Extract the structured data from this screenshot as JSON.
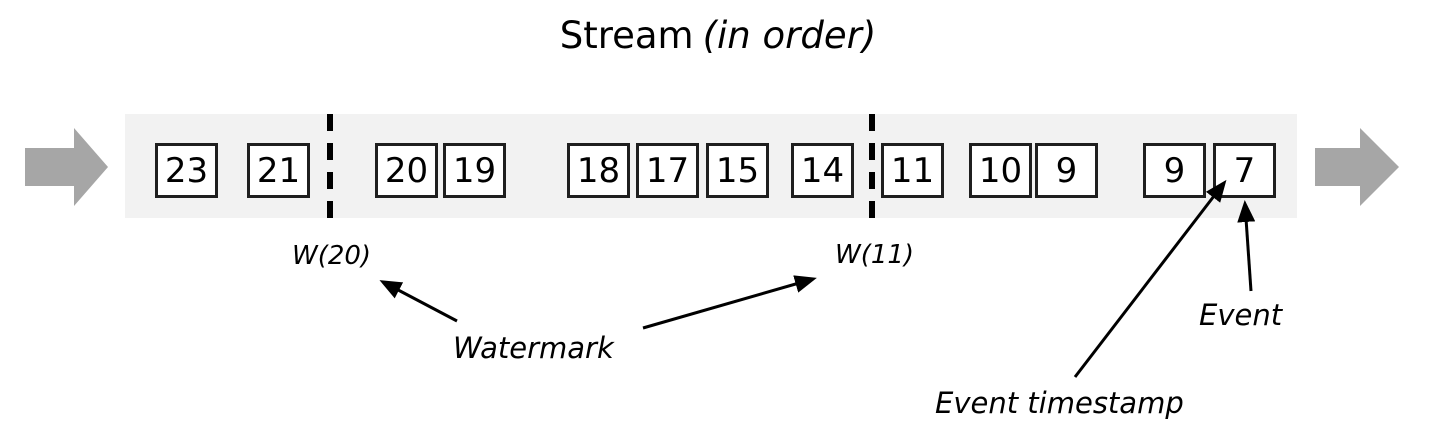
{
  "title": {
    "main": "Stream",
    "qualifier": "(in order)"
  },
  "stream": {
    "events": [
      "23",
      "21",
      "20",
      "19",
      "18",
      "17",
      "15",
      "14",
      "11",
      "10",
      "9",
      "9",
      "7"
    ],
    "watermarks": [
      {
        "label": "W(20)"
      },
      {
        "label": "W(11)"
      }
    ]
  },
  "annotations": {
    "watermark": "Watermark",
    "event": "Event",
    "event_timestamp": "Event timestamp"
  },
  "icons": {
    "flow_in": "arrow-right-icon",
    "flow_out": "arrow-right-icon"
  },
  "colors": {
    "background": "#ffffff",
    "band": "#f2f2f2",
    "flow_arrow": "#a6a6a6",
    "box_fill": "#ffffff",
    "box_border": "#1f1f1f",
    "line": "#000000",
    "text": "#000000"
  }
}
